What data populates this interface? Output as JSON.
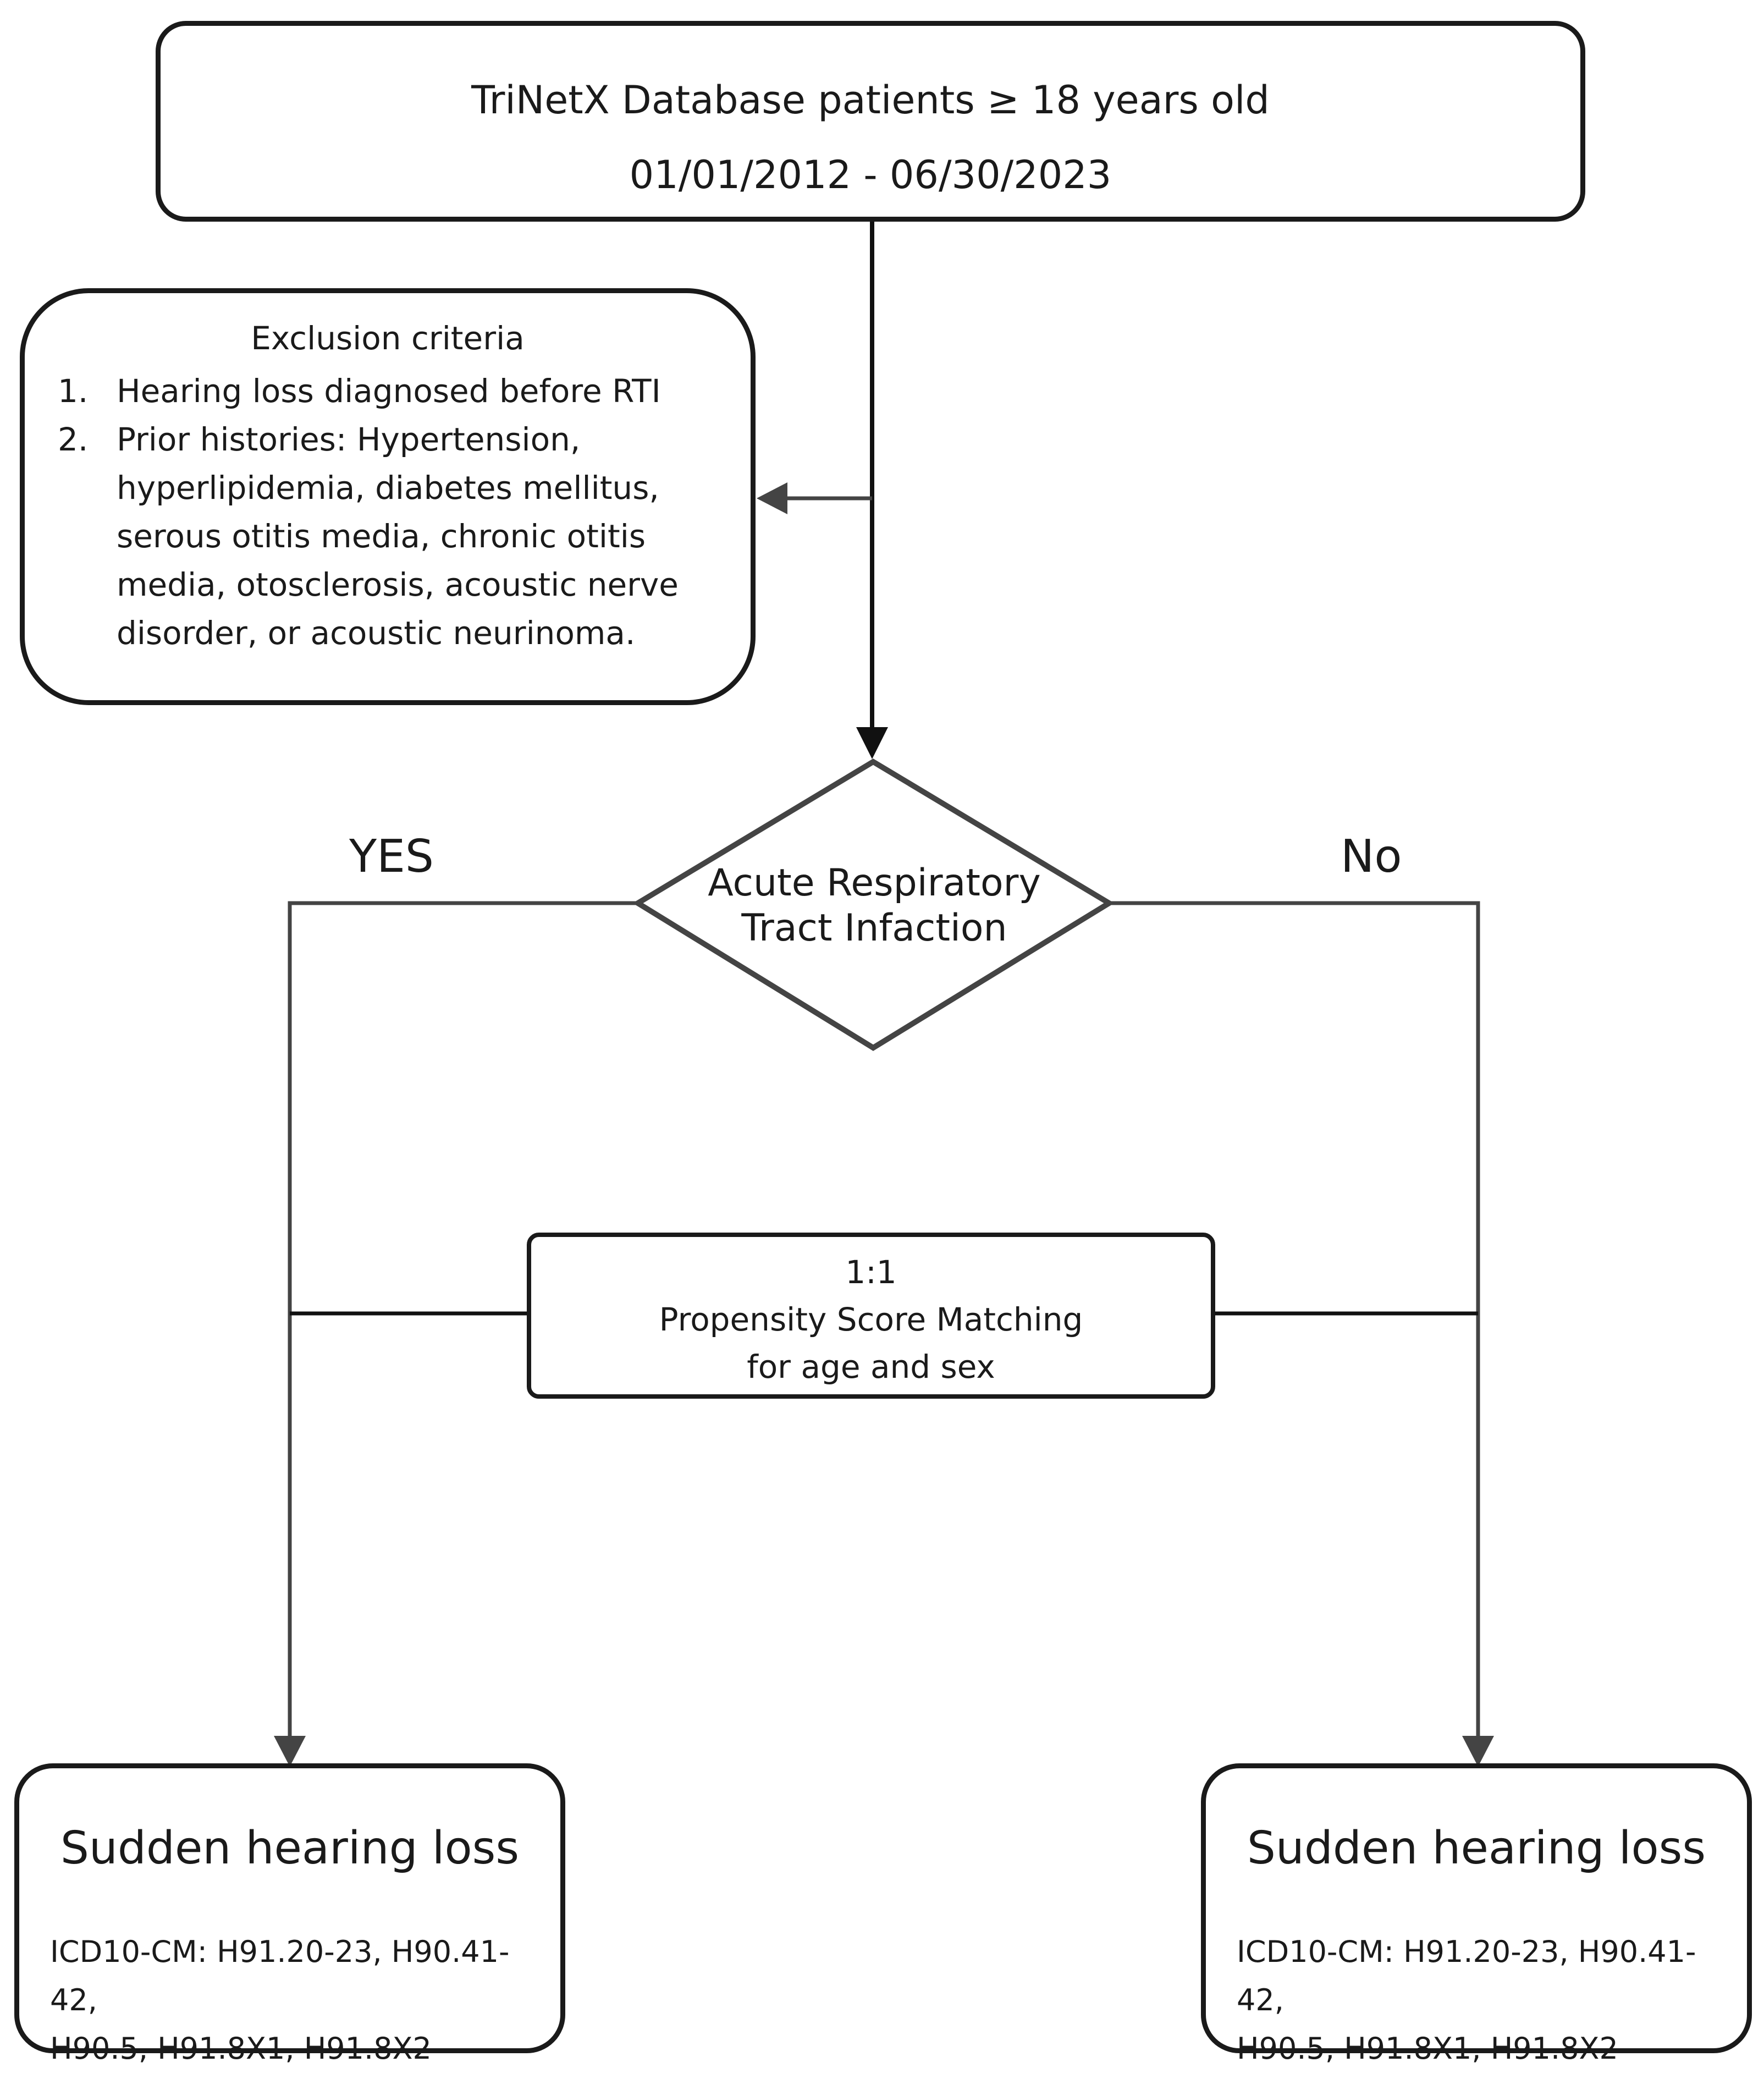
{
  "database_box": {
    "line1": "TriNetX Database patients ≥ 18 years old",
    "line2": "01/01/2012 - 06/30/2023"
  },
  "exclusion": {
    "title": "Exclusion criteria",
    "items": [
      {
        "number": "1.",
        "lines": [
          "Hearing loss diagnosed before RTI"
        ]
      },
      {
        "number": "2.",
        "lines": [
          "Prior histories: Hypertension,",
          "hyperlipidemia, diabetes mellitus,",
          "serous otitis media, chronic otitis",
          "media, otosclerosis, acoustic nerve",
          "disorder, or acoustic neurinoma."
        ]
      }
    ]
  },
  "decision": {
    "line1": "Acute Respiratory",
    "line2": "Tract Infaction"
  },
  "branch_labels": {
    "yes": "YES",
    "no": "No"
  },
  "matching_box": {
    "line1": "1:1",
    "line2": "Propensity Score Matching",
    "line3": "for age and sex"
  },
  "outcome_yes": {
    "title": "Sudden hearing loss",
    "codes_line1": "ICD10-CM: H91.20-23, H90.41-42,",
    "codes_line2": "H90.5, H91.8X1, H91.8X2"
  },
  "outcome_no": {
    "title": "Sudden hearing loss",
    "codes_line1": "ICD10-CM: H91.20-23, H90.41-42,",
    "codes_line2": "H90.5, H91.8X1, H91.8X2"
  },
  "colors": {
    "stroke": "#1a1a1a",
    "connector": "#444444",
    "background": "#ffffff"
  }
}
